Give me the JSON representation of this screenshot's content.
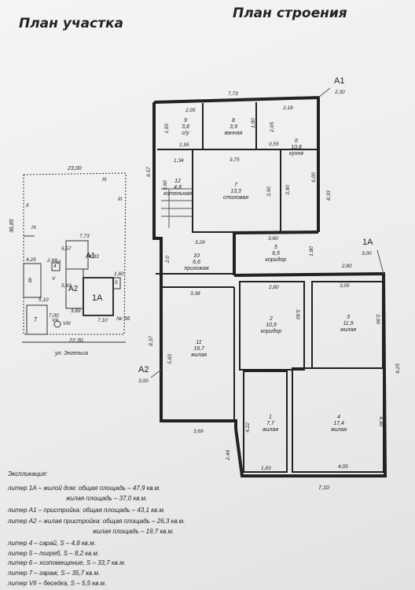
{
  "headings": {
    "site_plan": "План участка",
    "building_plan": "План строения"
  },
  "site": {
    "width_label": "23,00",
    "height_label": "36,85",
    "bottom_label": "22,30",
    "street": "ул. Энгельса",
    "house_no": "№ 56",
    "roman": [
      "III",
      "IX",
      "II",
      "V",
      "VI",
      "VII",
      "VIII",
      "III"
    ],
    "dims": [
      "7,73",
      "4,25",
      "2,68",
      "5,57",
      "4,33",
      "1,60",
      "5,83",
      "3,89",
      "5,10",
      "7,00",
      "7,10"
    ],
    "lits": [
      "A1",
      "A2",
      "1A",
      "6",
      "7",
      "4",
      "5"
    ]
  },
  "building": {
    "markers": {
      "a1": "A1",
      "a1_val": "2,30",
      "one_a": "1A",
      "one_a_val": "3,00",
      "a2": "A2",
      "a2_val": "3,00"
    },
    "rooms": [
      {
        "no": "9",
        "area": "3,8",
        "name": "с/у"
      },
      {
        "no": "8",
        "area": "3,9",
        "name": "ванная"
      },
      {
        "no": "6",
        "area": "10,8",
        "name": "кухня"
      },
      {
        "no": "12",
        "area": "4,8",
        "name": "котельная"
      },
      {
        "no": "7",
        "area": "13,3",
        "name": "столовая"
      },
      {
        "no": "10",
        "area": "6,6",
        "name": "прихожая"
      },
      {
        "no": "5",
        "area": "6,5",
        "name": "коридор"
      },
      {
        "no": "2",
        "area": "10,9",
        "name": "коридор"
      },
      {
        "no": "3",
        "area": "11,9",
        "name": "жилая"
      },
      {
        "no": "11",
        "area": "19,7",
        "name": "жилая"
      },
      {
        "no": "1",
        "area": "7,7",
        "name": "жилая"
      },
      {
        "no": "4",
        "area": "17,4",
        "name": "жилая"
      }
    ],
    "dims": [
      "7,73",
      "2,05",
      "2,18",
      "1,95",
      "1,90",
      "2,05",
      "1,95",
      "0,55",
      "1,34",
      "3,75",
      "6,57",
      "3,60",
      "3,50",
      "3,90",
      "6,00",
      "8,33",
      "3,29",
      "3,60",
      "2,0",
      "1,80",
      "2,80",
      "2,80",
      "3,05",
      "3,38",
      "3,90",
      "3,90",
      "8,37",
      "5,83",
      "9,25",
      "3,69",
      "2,49",
      "4,22",
      "4,30",
      "1,83",
      "4,05",
      "7,10"
    ]
  },
  "legend": {
    "title": "Экспликация:",
    "lines": [
      "литер 1А – жилой дом: общая площадь – 47,9 кв.м.",
      "жилая площадь – 37,0 кв.м.",
      "литер А1 – пристройка: общая площадь – 43,1 кв.м.",
      "литер А2 – жилая пристройка: общая площадь – 26,3 кв.м.",
      "жилая площадь – 19,7 кв.м.",
      "литер 4 – сарай, S – 4,8 кв.м.",
      "литер 5 – погреб, S – 8,2 кв.м.",
      "литер 6 – хозпомещение, S – 33,7 кв.м.",
      "литер 7 – гараж, S – 35,7 кв.м.",
      "литер VII – беседка, S – 5,5 кв.м."
    ]
  }
}
